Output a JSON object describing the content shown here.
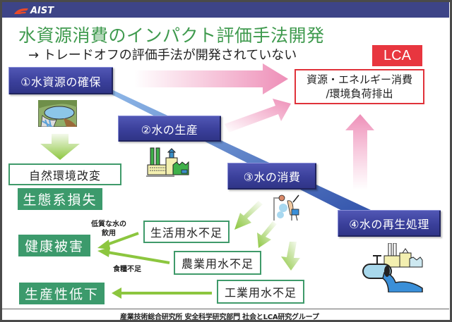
{
  "header": {
    "logo_text": "AIST",
    "title": "水資源消費のインパクト評価手法開発",
    "subtitle": "→ トレードオフの評価手法が開発されていない"
  },
  "lca": {
    "badge": "LCA",
    "burden_line1": "資源・エネルギー消費",
    "burden_line2": "/環境負荷排出"
  },
  "steps": [
    {
      "label": "①水資源の確保",
      "icon": "dam-reservoir-icon"
    },
    {
      "label": "②水の生産",
      "icon": "factory-icon"
    },
    {
      "label": "③水の消費",
      "icon": "shower-person-icon"
    },
    {
      "label": "④水の再生処理",
      "icon": "treatment-plant-icon"
    }
  ],
  "impacts": {
    "nature_change": "自然環境改変",
    "ecosystem_loss": "生態系損失",
    "health_damage": "健康被害",
    "productivity_decline": "生産性低下"
  },
  "shortages": {
    "domestic": "生活用水不足",
    "agricultural": "農業用水不足",
    "industrial": "工業用水不足"
  },
  "notes": {
    "low_quality_line1": "低質な水の",
    "low_quality_line2": "飲用",
    "food_shortage": "食糧不足"
  },
  "footer": {
    "text": "産業技術総合研究所 安全科学研究部門 社会とLCA研究グループ"
  },
  "colors": {
    "header_navy": "#3d4487",
    "title_green": "#3f9a4e",
    "lca_red": "#e8363f",
    "step_navy": "#3a3f9a",
    "impact_green": "#3c9a6c",
    "arrow_pink": "#ee8fb8",
    "arrow_green": "#8cc63f",
    "flow_blue": "#5b8fd6"
  }
}
